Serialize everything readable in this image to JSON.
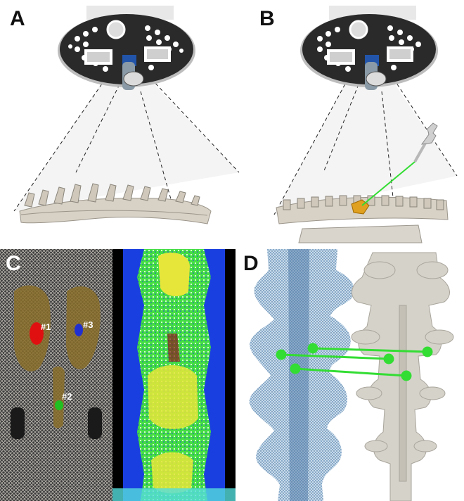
{
  "panels": [
    {
      "letter": "A"
    },
    {
      "letter": "B"
    },
    {
      "letter": "C",
      "markers": [
        "#1",
        "#3",
        "#2"
      ]
    },
    {
      "letter": "D"
    }
  ],
  "colors": {
    "vertebra": "#d8d2c6",
    "lamp_body": "#2a2a2a",
    "guide_line": "#33dd33",
    "marker_red": "#e01010",
    "marker_blue": "#2030d0",
    "marker_green": "#20c020",
    "pointcloud_blue": "#1a3fe0",
    "pointcloud_green": "#44dd44",
    "pointcloud_yellow": "#e6e63a",
    "mesh_blue": "#8fb3d6"
  },
  "icons": [
    "surgical-lamp-icon",
    "spine-model-icon",
    "tracked-probe-icon"
  ]
}
